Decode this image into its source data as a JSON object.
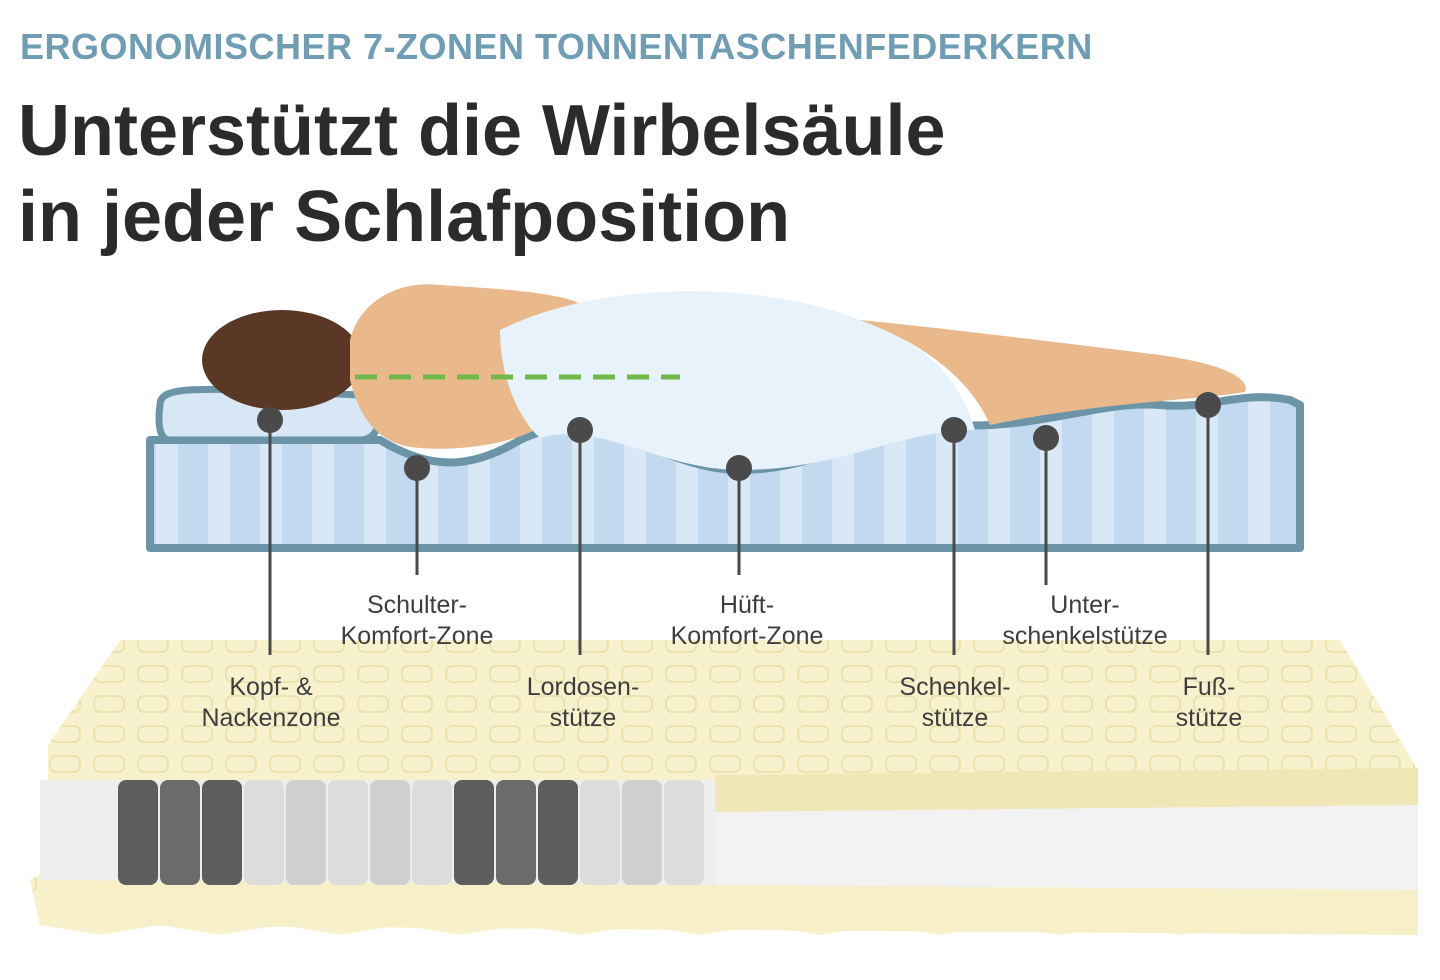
{
  "header": {
    "kicker": "ERGONOMISCHER 7-ZONEN TONNENTASCHENFEDERKERN",
    "title_line1": "Unterstützt die Wirbelsäule",
    "title_line2": "in jeder Schlafposition"
  },
  "zones": [
    {
      "line1": "Kopf- &",
      "line2": "Nackenzone"
    },
    {
      "line1": "Schulter-",
      "line2": "Komfort-Zone"
    },
    {
      "line1": "Lordosen-",
      "line2": "stütze"
    },
    {
      "line1": "Hüft-",
      "line2": "Komfort-Zone"
    },
    {
      "line1": "Schenkel-",
      "line2": "stütze"
    },
    {
      "line1": "Unter-",
      "line2": "schenkelstütze"
    },
    {
      "line1": "Fuß-",
      "line2": "stütze"
    }
  ],
  "colors": {
    "kicker": "#6f9db4",
    "title": "#2b2b2b",
    "mattress_outline": "#6b95a7",
    "mattress_fill": "#c3d9ef",
    "spine_line": "#6fb84a",
    "foam": "#f6efc7",
    "pin": "#4a4a4a"
  }
}
